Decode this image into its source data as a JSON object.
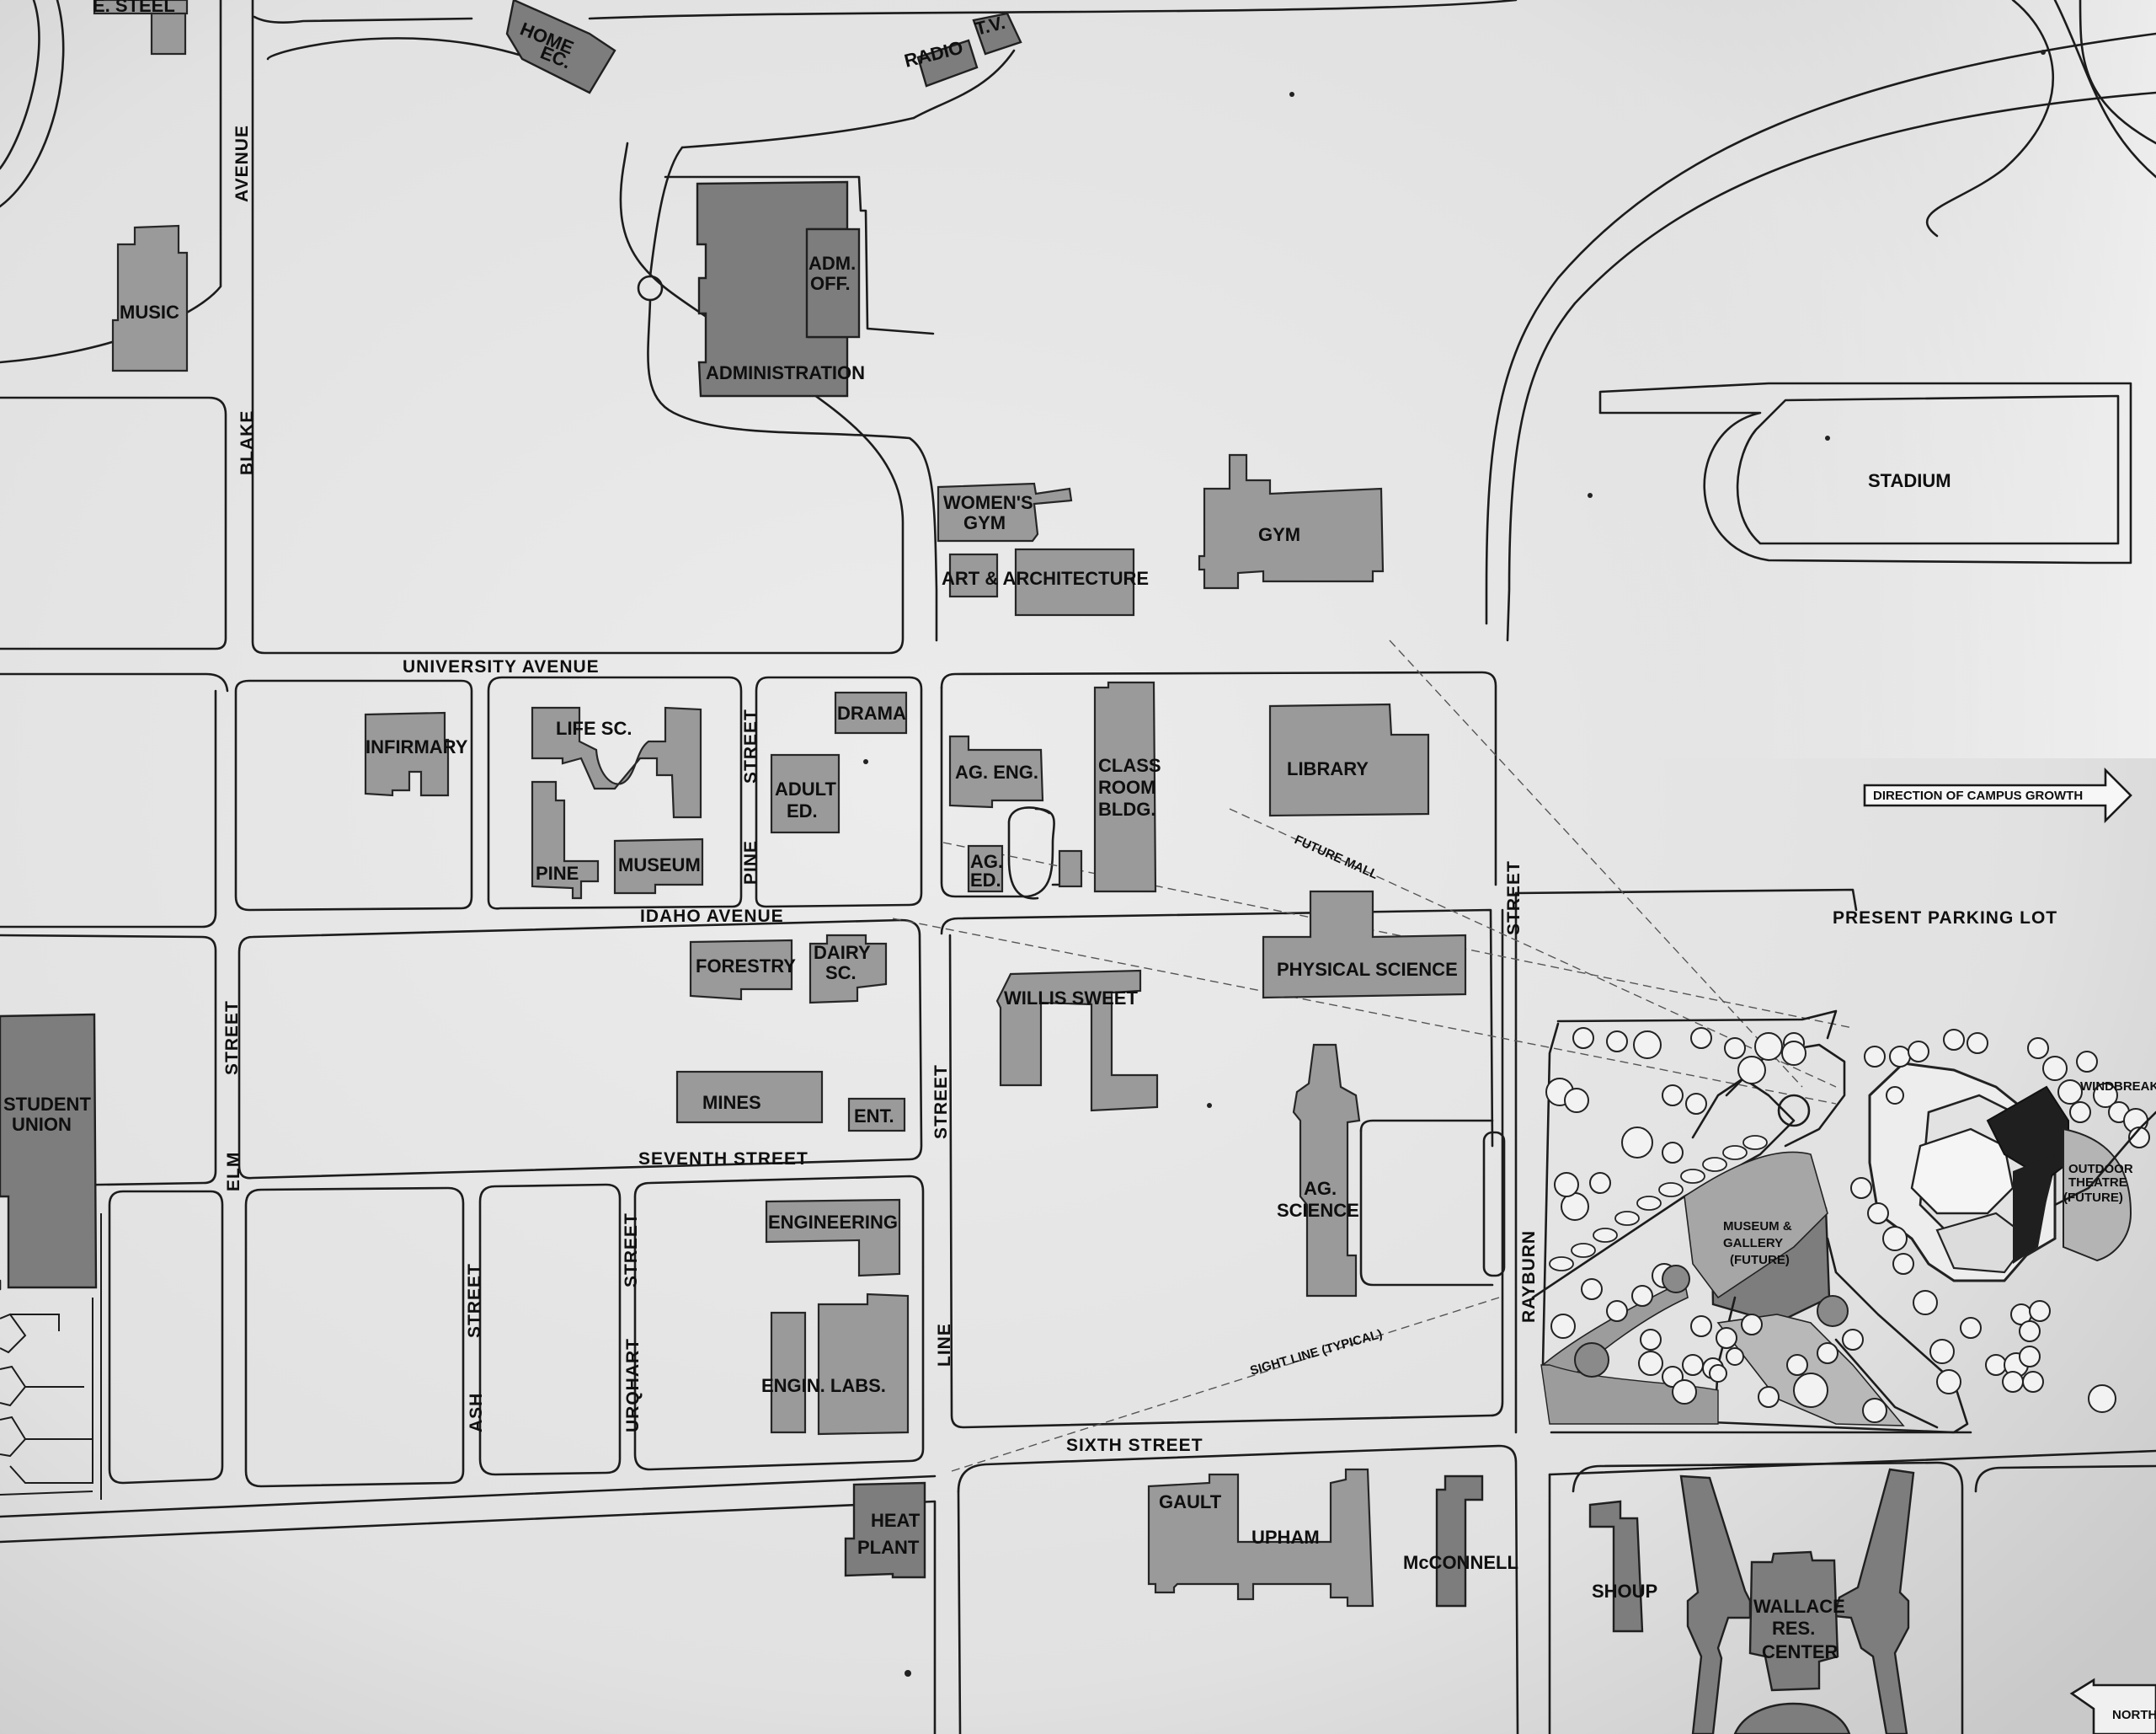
{
  "map": {
    "streets": {
      "university_avenue": "UNIVERSITY AVENUE",
      "idaho_avenue": "IDAHO AVENUE",
      "seventh_street": "SEVENTH STREET",
      "sixth_street": "SIXTH STREET",
      "blake_avenue_1": "AVENUE",
      "blake_avenue_2": "BLAKE",
      "elm_street_1": "STREET",
      "elm_street_2": "ELM",
      "pine_street_1": "STREET",
      "pine_street_2": "PINE",
      "line_street_1": "STREET",
      "line_street_2": "LINE",
      "rayburn_street_1": "STREET",
      "rayburn_street_2": "RAYBURN",
      "ash_street_1": "STREET",
      "ash_street_2": "ASH",
      "urquhart_street_1": "STREET",
      "urquhart_street_2": "URQHART",
      "e_steel": "E. STEEL"
    },
    "buildings": {
      "home_ec_1": "HOME",
      "home_ec_2": "EC.",
      "radio": "RADIO",
      "tv": "T.V.",
      "music": "MUSIC",
      "adm_off_1": "ADM.",
      "adm_off_2": "OFF.",
      "administration": "ADMINISTRATION",
      "womens_gym_1": "WOMEN'S",
      "womens_gym_2": "GYM",
      "art_architecture": "ART & ARCHITECTURE",
      "gym": "GYM",
      "stadium": "STADIUM",
      "infirmary": "INFIRMARY",
      "life_sc": "LIFE SC.",
      "pine": "PINE",
      "museum": "MUSEUM",
      "drama": "DRAMA",
      "adult_ed_1": "ADULT",
      "adult_ed_2": "ED.",
      "ag_eng": "AG. ENG.",
      "ag_ed_1": "AG.",
      "ag_ed_2": "ED.",
      "classroom_1": "CLASS",
      "classroom_2": "ROOM",
      "classroom_3": "BLDG.",
      "library": "LIBRARY",
      "forestry": "FORESTRY",
      "dairy_sc_1": "DAIRY",
      "dairy_sc_2": "SC.",
      "willis_sweet": "WILLIS SWEET",
      "physical_science": "PHYSICAL SCIENCE",
      "student_union_1": "STUDENT",
      "student_union_2": "UNION",
      "mines": "MINES",
      "ent": "ENT.",
      "ag_science_1": "AG.",
      "ag_science_2": "SCIENCE",
      "engineering": "ENGINEERING",
      "engin_labs": "ENGIN. LABS.",
      "heat_plant_1": "HEAT",
      "heat_plant_2": "PLANT",
      "gault": "GAULT",
      "upham": "UPHAM",
      "mcconnell": "McCONNELL",
      "shoup": "SHOUP",
      "wallace_1": "WALLACE",
      "wallace_2": "RES.",
      "wallace_3": "CENTER",
      "museum_gallery_1": "MUSEUM &",
      "museum_gallery_2": "GALLERY",
      "museum_gallery_3": "(FUTURE)",
      "outdoor_theatre_1": "OUTDOOR",
      "outdoor_theatre_2": "THEATRE",
      "outdoor_theatre_3": "(FUTURE)",
      "windbreak": "WINDBREAK"
    },
    "annotations": {
      "future_mall": "FUTURE MALL",
      "present_parking_lot": "PRESENT PARKING LOT",
      "sight_line": "SIGHT LINE (TYPICAL)",
      "direction_growth": "DIRECTION OF CAMPUS GROWTH",
      "north": "NORTH"
    }
  }
}
